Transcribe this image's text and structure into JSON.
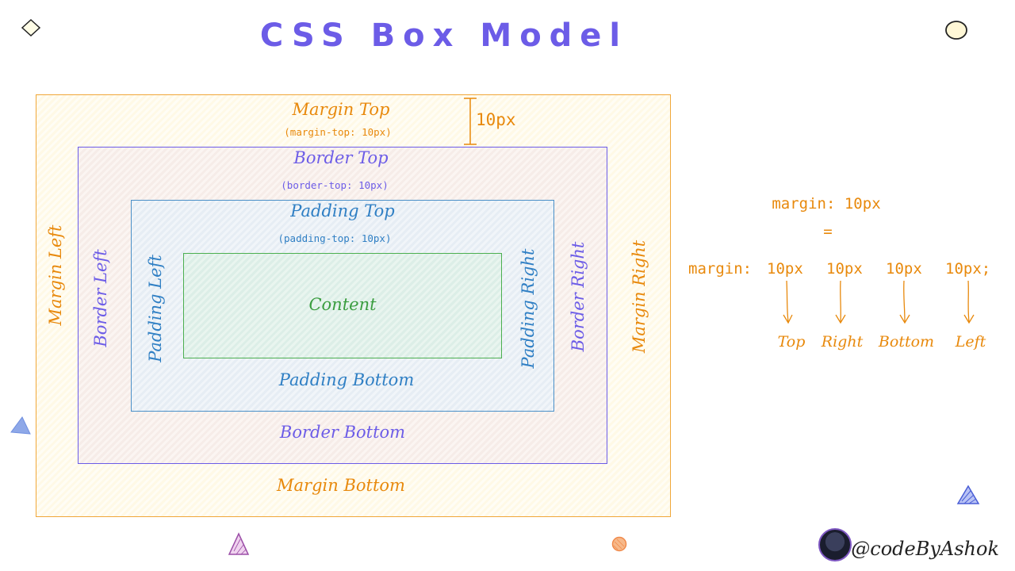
{
  "title": "CSS Box Model",
  "labels": {
    "margin_top": "Margin Top",
    "margin_top_code": "(margin-top: 10px)",
    "border_top": "Border Top",
    "border_top_code": "(border-top: 10px)",
    "padding_top": "Padding Top",
    "padding_top_code": "(padding-top: 10px)",
    "content": "Content",
    "padding_bottom": "Padding Bottom",
    "border_bottom": "Border Bottom",
    "margin_bottom": "Margin Bottom",
    "margin_left": "Margin Left",
    "border_left": "Border Left",
    "padding_left": "Padding Left",
    "padding_right": "Padding Right",
    "border_right": "Border Right",
    "margin_right": "Margin Right",
    "dimension": "10px"
  },
  "shorthand": {
    "line1": "margin: 10px",
    "equals": "=",
    "prefix": "margin:",
    "values": [
      "10px",
      "10px",
      "10px",
      "10px;"
    ],
    "sides": [
      "Top",
      "Right",
      "Bottom",
      "Left"
    ]
  },
  "author": {
    "handle": "@codeByAshok"
  },
  "colors": {
    "margin": "#e8890c",
    "border": "#6c5ce7",
    "padding": "#2f7fc4",
    "content": "#3a9d3f"
  }
}
